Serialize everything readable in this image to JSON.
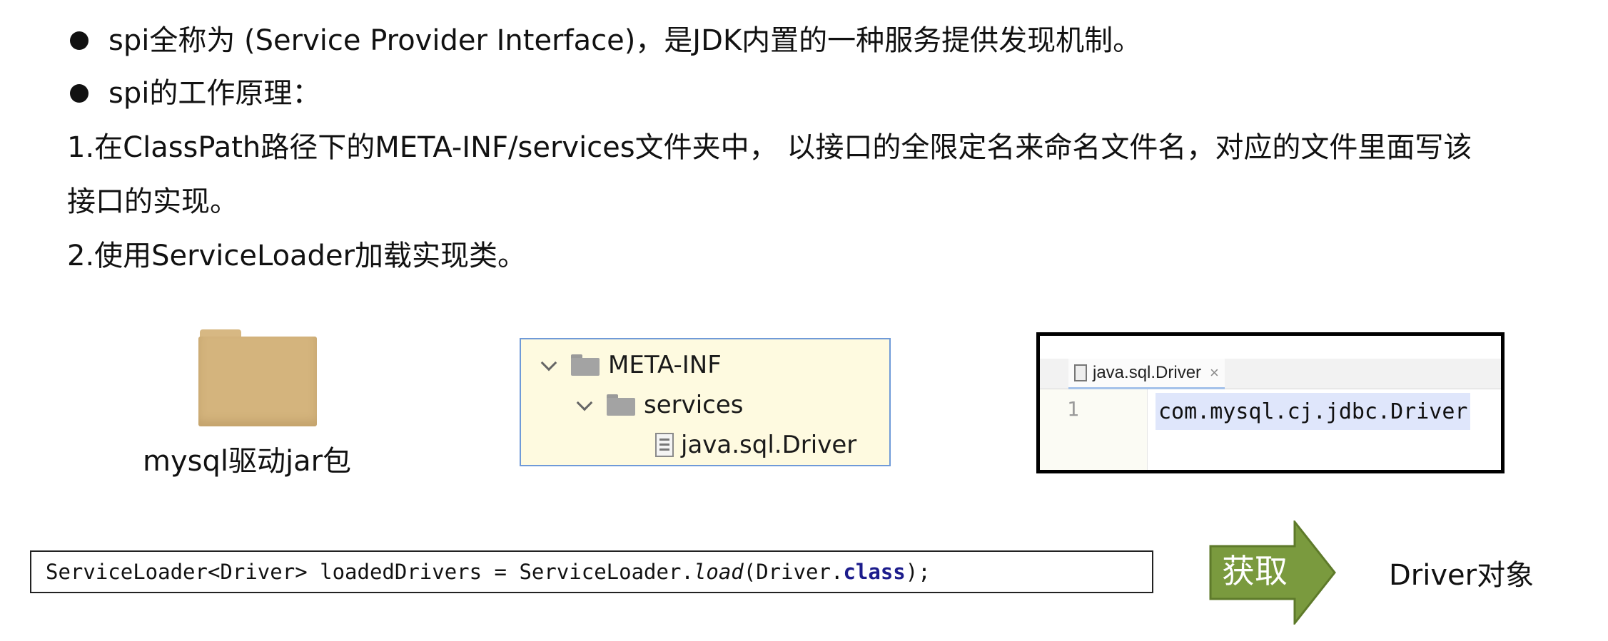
{
  "bullets": [
    "spi全称为 (Service Provider Interface)，是JDK内置的一种服务提供发现机制。",
    "spi的工作原理："
  ],
  "steps": {
    "step1_line1": "1.在ClassPath路径下的META-INF/services文件夹中， 以接口的全限定名来命名文件名，对应的文件里面写该",
    "step1_line2": "接口的实现。",
    "step2": "2.使用ServiceLoader加载实现类。"
  },
  "folder": {
    "icon": "folder-icon",
    "caption": "mysql驱动jar包"
  },
  "tree": {
    "root": "META-INF",
    "child": "services",
    "file": "java.sql.Driver"
  },
  "editor": {
    "tab_label": "java.sql.Driver",
    "tab_close": "×",
    "line_number": "1",
    "code": "com.mysql.cj.jdbc.Driver"
  },
  "code_line": {
    "prefix": "ServiceLoader<Driver> loadedDrivers = ServiceLoader.",
    "method": "load",
    "mid": "(Driver.",
    "keyword": "class",
    "suffix": ");"
  },
  "arrow": {
    "label": "获取",
    "fill": "#7a9a3e",
    "stroke": "#5e7a2a"
  },
  "result": "Driver对象"
}
